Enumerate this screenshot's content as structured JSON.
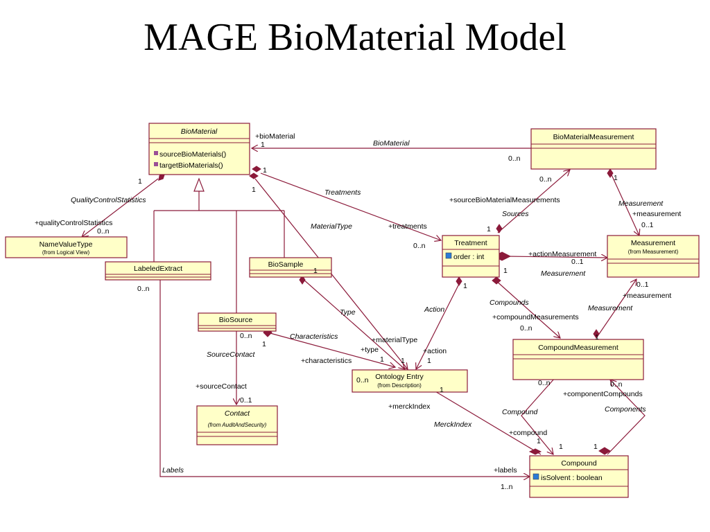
{
  "title": "MAGE BioMaterial Model",
  "classes": {
    "biomaterial": {
      "name": "BioMaterial",
      "m1": "sourceBioMaterials()",
      "m2": "targetBioMaterials()"
    },
    "biomaterial_measurement": {
      "name": "BioMaterialMeasurement"
    },
    "namevaluetype": {
      "name": "NameValueType",
      "from": "(from Logical View)"
    },
    "labeledextract": {
      "name": "LabeledExtract"
    },
    "biosample": {
      "name": "BioSample"
    },
    "biosource": {
      "name": "BioSource"
    },
    "treatment": {
      "name": "Treatment",
      "attr": "order : int"
    },
    "measurement": {
      "name": "Measurement",
      "from": "(from Measurement)"
    },
    "ontologyentry": {
      "name": "Ontology Entry",
      "from": "(from Description)"
    },
    "contact": {
      "name": "Contact",
      "from": "(from AuditAndSecurity)"
    },
    "compoundmeasurement": {
      "name": "CompoundMeasurement"
    },
    "compound": {
      "name": "Compound",
      "attr": "isSolvent : boolean"
    }
  },
  "labels": {
    "biomaterial_role": "+bioMaterial",
    "one": "1",
    "zero_n": "0..n",
    "zero_one": "0..1",
    "one_n": "1..n",
    "biomaterial_assoc": "BioMaterial",
    "treatments_assoc": "Treatments",
    "treatments_role": "+treatments",
    "qcs_assoc": "QualityControlStatistics",
    "qcs_role": "+qualityControlStatistics",
    "materialtype_assoc": "MaterialType",
    "materialtype_role": "+materialType",
    "source_bmm_role": "+sourceBioMaterialMeasurements",
    "sources_assoc": "Sources",
    "measurement_assoc": "Measurement",
    "measurement_role": "+measurement",
    "action_measurement_role": "+actionMeasurement",
    "action_assoc": "Action",
    "action_role": "+action",
    "type_assoc": "Type",
    "type_role": "+type",
    "characteristics_assoc": "Characteristics",
    "characteristics_role": "+characteristics",
    "sourcecontact_assoc": "SourceContact",
    "sourcecontact_role": "+sourceContact",
    "compounds_assoc": "Compounds",
    "compound_measurements_role": "+compoundMeasurements",
    "compound_assoc": "Compound",
    "compound_role": "+compound",
    "components_assoc": "Components",
    "component_compounds_role": "+componentCompounds",
    "merckindex_assoc": "MerckIndex",
    "merckindex_role": "+merckIndex",
    "labels_assoc": "Labels",
    "labels_role": "+labels"
  }
}
